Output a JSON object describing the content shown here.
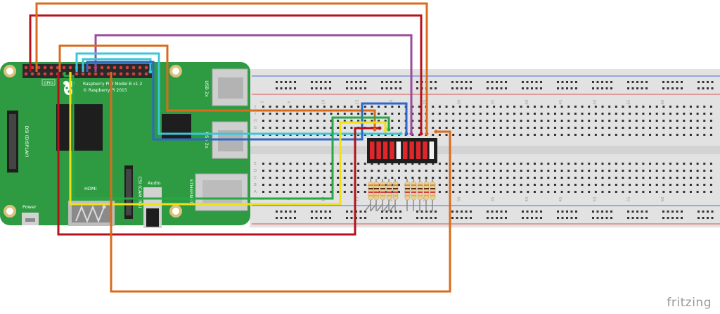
{
  "board": {
    "model_line": "Raspberry Pi 3 Model B v1.2",
    "copyright_line": "© Raspberry Pi 2015",
    "gpio_label": "GPIO",
    "dsi_label": "DSI (DISPLAY)",
    "hdmi_label": "HDMI",
    "csi_label": "CSI (CAMERA)",
    "audio_label": "Audio",
    "ethernet_label": "ETHERNET",
    "usb_label": "USB 2x",
    "power_label": "Power"
  },
  "breadboard": {
    "row_letters_top": [
      "J",
      "I",
      "H",
      "G",
      "F"
    ],
    "row_letters_bottom": [
      "E",
      "D",
      "C",
      "B",
      "A"
    ],
    "column_numbers": [
      "1",
      "5",
      "10",
      "15",
      "20",
      "25",
      "30",
      "35",
      "40",
      "45",
      "50",
      "55",
      "60"
    ]
  },
  "components": {
    "led_bar_segments": 10,
    "led_bar_lit": [
      1,
      1,
      1,
      1,
      0,
      1,
      1,
      1,
      1,
      0
    ],
    "resistor_count": 10
  },
  "wires": [
    {
      "name": "wire-red-5v",
      "color": "#b5121b"
    },
    {
      "name": "wire-orange-top",
      "color": "#d96b1c"
    },
    {
      "name": "wire-purple",
      "color": "#9b4b9b"
    },
    {
      "name": "wire-cyan",
      "color": "#3cc7d8"
    },
    {
      "name": "wire-blue",
      "color": "#2e67c9"
    },
    {
      "name": "wire-green",
      "color": "#28a745"
    },
    {
      "name": "wire-yellow",
      "color": "#f0e01a"
    },
    {
      "name": "wire-red-gnd",
      "color": "#b5121b"
    },
    {
      "name": "wire-orange-bottom",
      "color": "#d96b1c"
    }
  ],
  "colors": {
    "pcb": "#2e9b43",
    "breadboard": "#e4e4e4",
    "rail_red": "#d9534f",
    "rail_blue": "#4a6fd8"
  },
  "brand": "fritzing"
}
